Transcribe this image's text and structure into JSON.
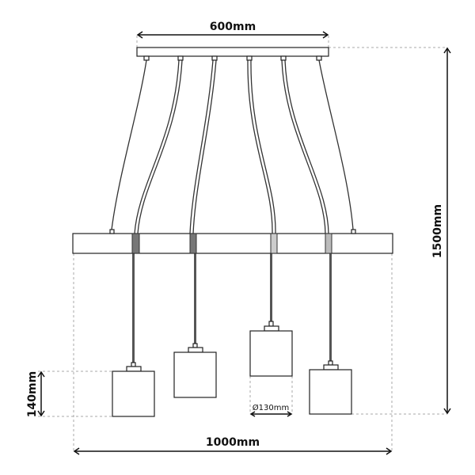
{
  "title": "Pendant lamp dimension drawing",
  "dimensions": {
    "canopy_width": "600mm",
    "total_height": "1500mm",
    "shade_height": "140mm",
    "bar_width": "1000mm",
    "shade_diameter": "Ø130mm"
  },
  "colors": {
    "line": "#222222",
    "dash": "#aaaaaa"
  }
}
